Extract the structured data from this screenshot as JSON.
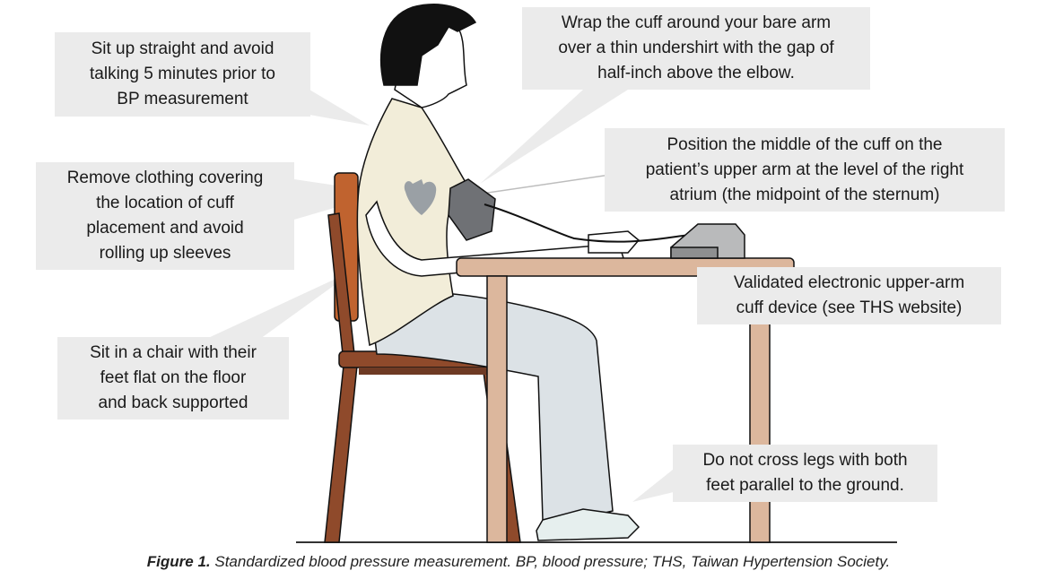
{
  "figure": {
    "caption_label": "Figure 1.",
    "caption_text": "Standardized blood pressure measurement. BP, blood pressure; THS, Taiwan Hypertension Society."
  },
  "callouts": {
    "posture": [
      "Sit up straight and avoid",
      "talking  5 minutes prior to",
      "BP measurement"
    ],
    "cuff_wrap": [
      "Wrap the cuff around your bare arm",
      "over a thin undershirt with the gap of",
      "half-inch above the elbow."
    ],
    "cuff_position": [
      "Position the middle of the cuff on the",
      "patient’s upper arm at the level of the right",
      "atrium (the midpoint of the sternum)"
    ],
    "clothing": [
      "Remove clothing covering",
      "the location of cuff",
      "placement and avoid",
      "rolling up sleeves"
    ],
    "device": [
      "Validated electronic upper-arm",
      "cuff device (see THS website)"
    ],
    "chair": [
      "Sit in a chair with their",
      "feet flat on the floor",
      "and back supported"
    ],
    "legs": [
      "Do not cross legs with both",
      "feet parallel to the ground."
    ]
  },
  "colors": {
    "callout_bg": "#ebebeb",
    "shirt": "#f2edd9",
    "pants": "#dce2e6",
    "chair_back": "#c0632f",
    "chair_frame": "#8f4a2b",
    "table": "#dcb79d",
    "cuff": "#6f7175",
    "device": "#b9babb",
    "heart": "#9aa0a5"
  }
}
